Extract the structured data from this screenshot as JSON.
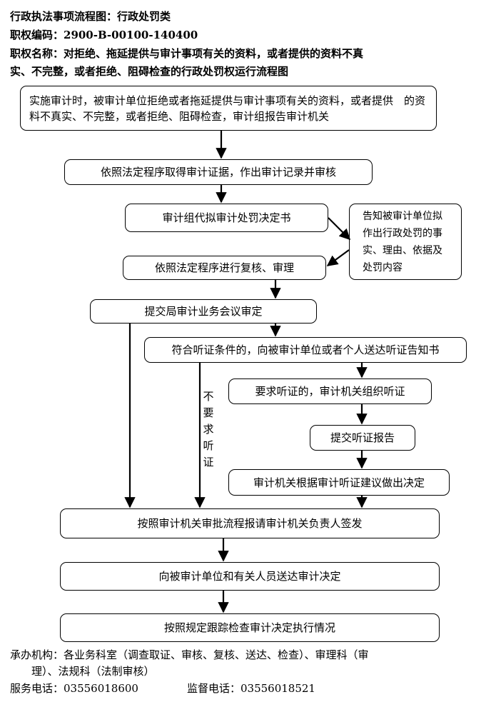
{
  "header": {
    "line1": "行政执法事项流程图：行政处罚类",
    "line2": "职权编码：2900-B-00100-140400",
    "line3": "职权名称：对拒绝、拖延提供与审计事项有关的资料，或者提供的资料不真",
    "line4": "实、不完整，或者拒绝、阻碍检查的行政处罚权运行流程图"
  },
  "steps": {
    "s1": "实施审计时，被审计单位拒绝或者拖延提供与审计事项有关的资料，或者提供　的资料不真实、不完整，或者拒绝、阻碍检查，审计组报告审计机关",
    "s2": "依照法定程序取得审计证据，作出审计记录并审核",
    "s3": "审计组代拟审计处罚决定书",
    "s4": "依照法定程序进行复核、审理",
    "s5": "提交局审计业务会议审定",
    "s6": "符合听证条件的，向被审计单位或者个人送达听证告知书",
    "s7": "要求听证的，审计机关组织听证",
    "s8": "提交听证报告",
    "s9": "审计机关根据审计听证建议做出决定",
    "s10": "按照审计机关审批流程报请审计机关负责人签发",
    "s11": "向被审计单位和有关人员送达审计决定",
    "s12": "按照规定跟踪检查审计决定执行情况"
  },
  "side_note": "告知被审计单位拟作出行政处罚的事实、理由、依据及处罚内容",
  "no_hearing_label": [
    "不",
    "要",
    "求",
    "听",
    "证"
  ],
  "footer": {
    "agency": "承办机构：各业务科室（调查取证、审核、复核、送达、检查）、审理科（审",
    "agency2": "　　理）、法规科（法制审核）",
    "service_phone": "服务电话：03556018600",
    "supervise_phone": "监督电话：03556018521"
  }
}
